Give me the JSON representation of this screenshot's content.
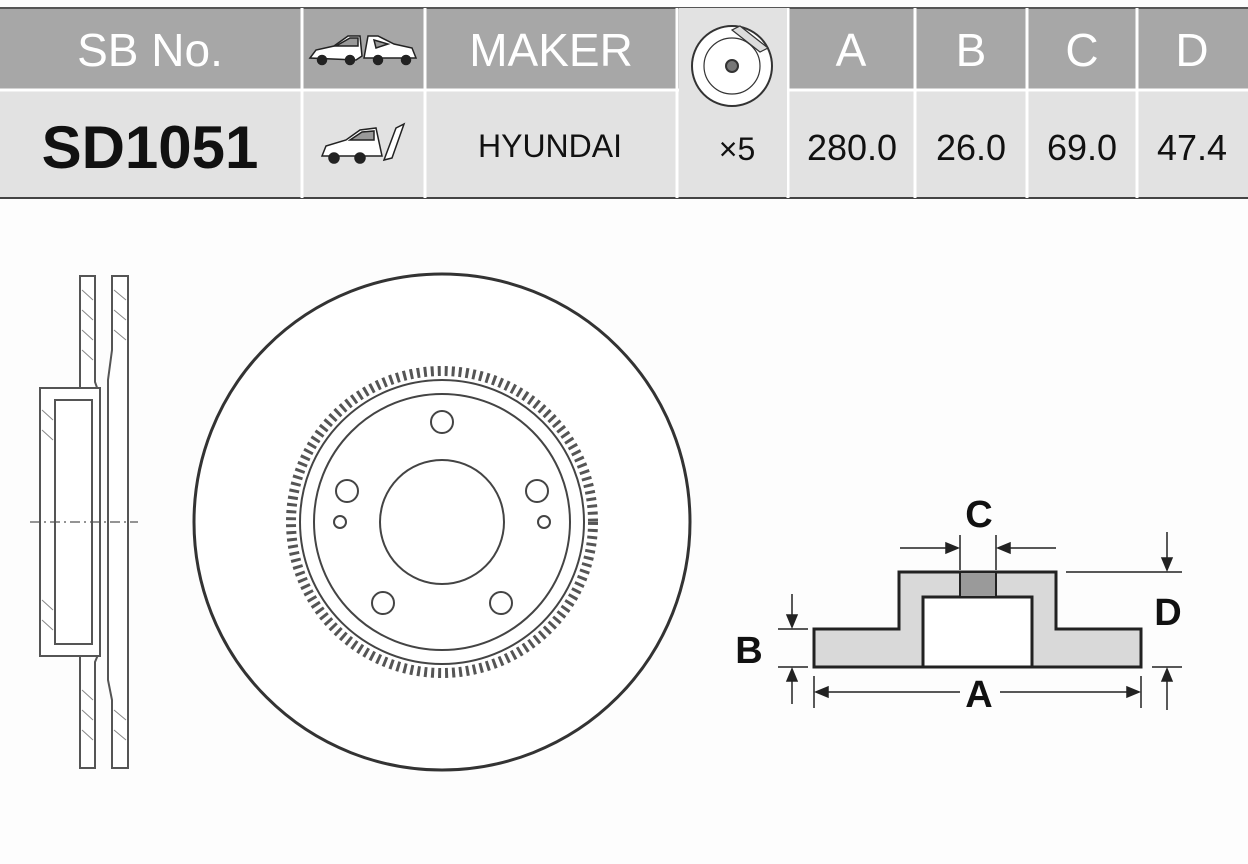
{
  "header": {
    "sb_no": "SB No.",
    "maker": "MAKER",
    "col_a": "A",
    "col_b": "B",
    "col_c": "C",
    "col_d": "D"
  },
  "row": {
    "sb_no": "SD1051",
    "maker": "HYUNDAI",
    "bolt_count": "×5",
    "a": "280.0",
    "b": "26.0",
    "c": "69.0",
    "d": "47.4"
  },
  "diagram_labels": {
    "a": "A",
    "b": "B",
    "c": "C",
    "d": "D"
  },
  "icons": [
    "car-pair-icon",
    "disc-icon",
    "car-front-icon"
  ],
  "colors": {
    "header_bg": "#a7a7a7",
    "row_bg": "#e2e2e2",
    "fill_gray": "#d9d9d9",
    "line": "#333333"
  }
}
